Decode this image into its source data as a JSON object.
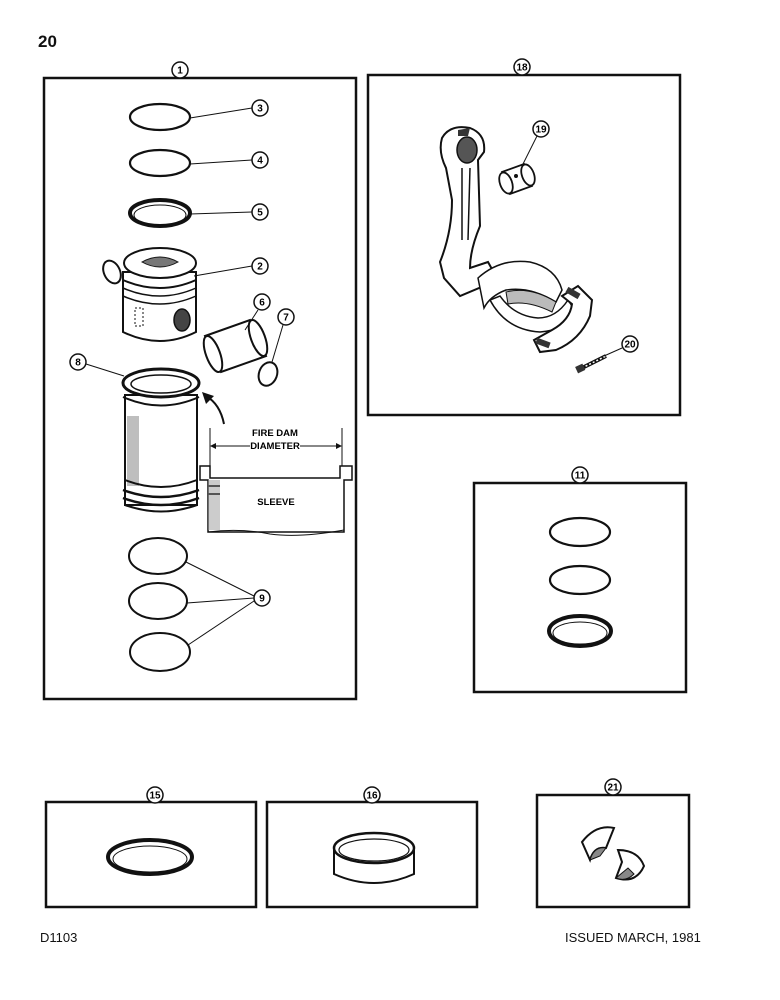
{
  "page": {
    "number": "20",
    "drawing_code": "D1103",
    "issued": "ISSUED MARCH, 1981"
  },
  "callouts": {
    "c1": "1",
    "c2": "2",
    "c3": "3",
    "c4": "4",
    "c5": "5",
    "c6": "6",
    "c7": "7",
    "c8": "8",
    "c9": "9",
    "c11": "11",
    "c15": "15",
    "c16": "16",
    "c18": "18",
    "c19": "19",
    "c20": "20",
    "c21": "21"
  },
  "labels": {
    "fire_dam_line1": "FIRE DAM",
    "fire_dam_line2": "DIAMETER",
    "sleeve": "SLEEVE"
  }
}
